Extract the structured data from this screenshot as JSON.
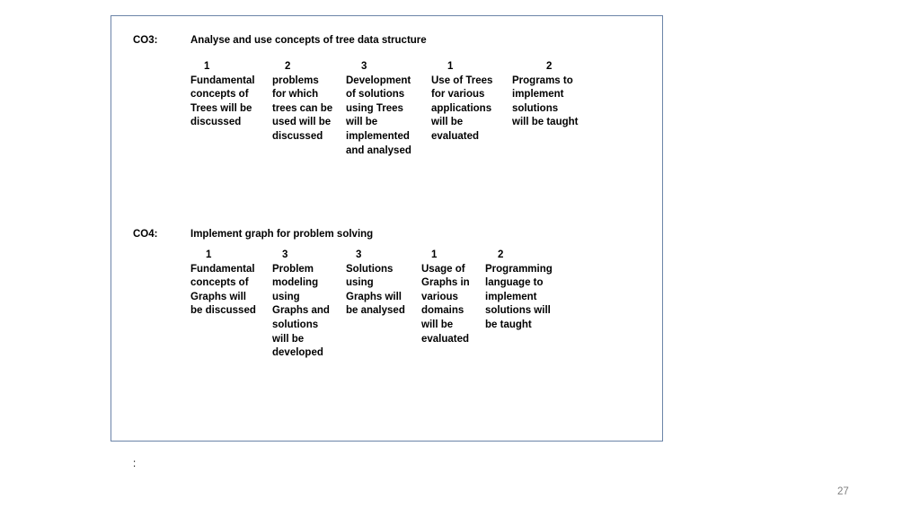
{
  "co3": {
    "code": "CO3:",
    "title": "Analyse and use concepts of tree data structure",
    "items": [
      {
        "level": "1",
        "lines": [
          "Fundamental",
          "concepts of",
          "Trees will be",
          "discussed"
        ]
      },
      {
        "level": "2",
        "lines": [
          "problems",
          "for which",
          "trees can be",
          "used will be",
          "discussed"
        ]
      },
      {
        "level": "3",
        "lines": [
          "Development",
          "of solutions",
          "using Trees",
          "will be",
          "implemented",
          "and analysed"
        ]
      },
      {
        "level": "1",
        "lines": [
          "Use of Trees",
          "for various",
          "applications",
          "will be",
          "evaluated"
        ]
      },
      {
        "level": "2",
        "lines": [
          "Programs to",
          "implement",
          "solutions",
          "will be taught"
        ]
      }
    ]
  },
  "co4": {
    "code": "CO4:",
    "title": "Implement graph for problem solving",
    "items": [
      {
        "level": "1",
        "lines": [
          "Fundamental",
          "concepts of",
          "Graphs will",
          "be discussed"
        ]
      },
      {
        "level": "3",
        "lines": [
          "Problem",
          "modeling",
          "using",
          "Graphs and",
          "solutions",
          "will be",
          "developed"
        ]
      },
      {
        "level": "3",
        "lines": [
          "Solutions",
          "using",
          "Graphs will",
          "be analysed"
        ]
      },
      {
        "level": "1",
        "lines": [
          "Usage of",
          "Graphs in",
          "various",
          "domains",
          "will be",
          "evaluated"
        ]
      },
      {
        "level": "2",
        "lines": [
          "Programming",
          "language to",
          "implement",
          "solutions will",
          "be taught"
        ]
      }
    ]
  },
  "footer_colon": ":",
  "page_number": "27"
}
